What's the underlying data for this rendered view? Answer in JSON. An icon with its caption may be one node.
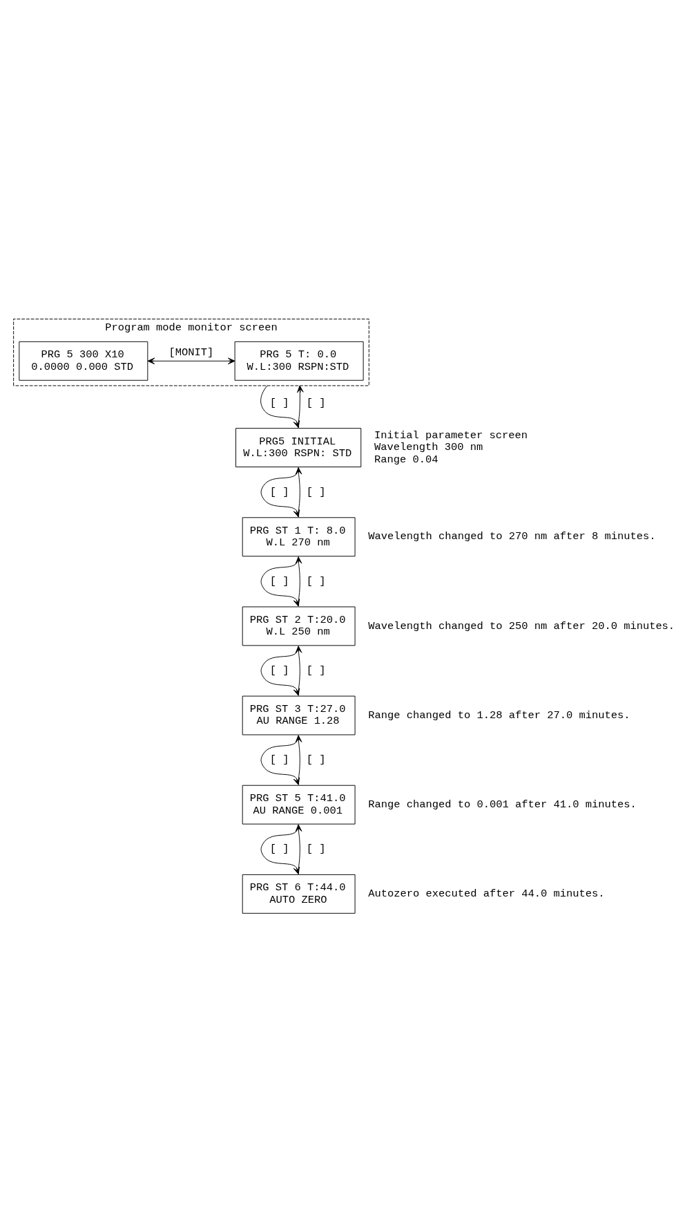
{
  "diagram": {
    "nodes": [
      {
        "text": [
          "Program mode monitor screen"
        ]
      },
      {
        "text": [
          "PRG 5 T: 0.0",
          "W.L:300 RSPN:STD"
        ],
        "in": 0
      },
      {
        "text": [
          "PRG 5 300 X10",
          "0.0000 0.000 STD"
        ],
        "in": 0
      },
      {
        "text": [
          "PRG5 INITIAL",
          "W.L:300 RSPN: STD"
        ],
        "beside": [
          "Initial parameter screen",
          "Wavelength 300 nm",
          "Range 0.04"
        ]
      },
      {
        "text": [
          "PRG ST 1 T: 8.0",
          "W.L 270 nm"
        ],
        "beside": [
          "Wavelength changed to 270 nm after 8 minutes."
        ]
      },
      {
        "text": [
          "PRG ST 2 T:20.0",
          "W.L 250 nm"
        ],
        "beside": [
          "Wavelength changed to 250 nm after 20.0 minutes."
        ]
      },
      {
        "text": [
          "PRG ST 3 T:27.0",
          "AU RANGE 1.28"
        ],
        "beside": [
          "Range changed to 1.28 after 27.0 minutes."
        ]
      },
      {
        "text": [
          "PRG ST 5 T:41.0",
          "AU RANGE 0.001"
        ],
        "beside": [
          "Range changed to 0.001 after 41.0 minutes."
        ]
      },
      {
        "text": [
          "PRG ST 6 T:44.0",
          "AUTO ZERO"
        ],
        "beside": [
          "Autozero executed after 44.0 minutes."
        ]
      }
    ],
    "edges": [
      {
        "from": 1,
        "to": 2,
        "arrow": "both",
        "label": "[MONIT]"
      },
      {
        "from": 0,
        "to": 3,
        "arrow": "to",
        "label": "[ ]"
      },
      {
        "from": 3,
        "to": 0,
        "arrow": "to",
        "label": "[ ]"
      },
      {
        "from": 3,
        "to": 4,
        "arrow": "to",
        "label": "[ ]"
      },
      {
        "from": 4,
        "to": 3,
        "arrow": "to",
        "label": "[ ]"
      },
      {
        "from": 4,
        "to": 5,
        "arrow": "to",
        "label": "[ ]"
      },
      {
        "from": 5,
        "to": 4,
        "arrow": "to",
        "label": "[ ]"
      },
      {
        "from": 5,
        "to": 6,
        "arrow": "to",
        "label": "[ ]"
      },
      {
        "from": 6,
        "to": 5,
        "arrow": "to",
        "label": "[ ]"
      },
      {
        "from": 6,
        "to": 7,
        "arrow": "to",
        "label": "[ ]"
      },
      {
        "from": 7,
        "to": 6,
        "arrow": "to",
        "label": "[ ]"
      },
      {
        "from": 7,
        "to": 8,
        "arrow": "to",
        "label": "[ ]"
      },
      {
        "from": 8,
        "to": 7,
        "arrow": "to",
        "label": "[ ]"
      }
    ]
  }
}
